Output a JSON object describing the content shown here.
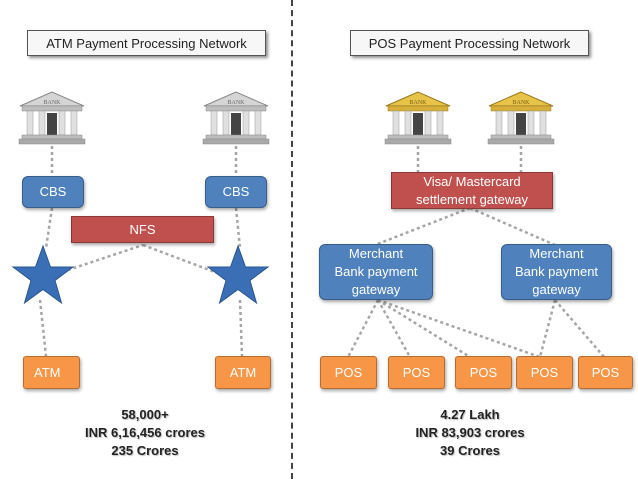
{
  "atm_section": {
    "title": "ATM Payment Processing Network",
    "cbs_left": "CBS",
    "cbs_right": "CBS",
    "nfs": "NFS",
    "atm_left": "ATM",
    "atm_right": "ATM",
    "stats": [
      "58,000+",
      "INR 6,16,456 crores",
      "235 Crores"
    ]
  },
  "pos_section": {
    "title": "POS Payment Processing Network",
    "settlement": "Visa/ Mastercard\nsettlement gateway",
    "merchant_left": "Merchant\nBank payment\ngateway",
    "merchant_right": "Merchant\nBank payment\ngateway",
    "pos_terminals": [
      "POS",
      "POS",
      "POS",
      "POS",
      "POS"
    ],
    "stats": [
      "4.27 Lakh",
      "INR 83,903 crores",
      "39 Crores"
    ]
  },
  "bank_icon_label": "BANK",
  "colors": {
    "blue": "#4f81bd",
    "red": "#c0504d",
    "orange": "#f79646",
    "star": "#3a6fb5",
    "bank_gray": "#c8c8c8",
    "bank_gold": "#e8c34a"
  }
}
